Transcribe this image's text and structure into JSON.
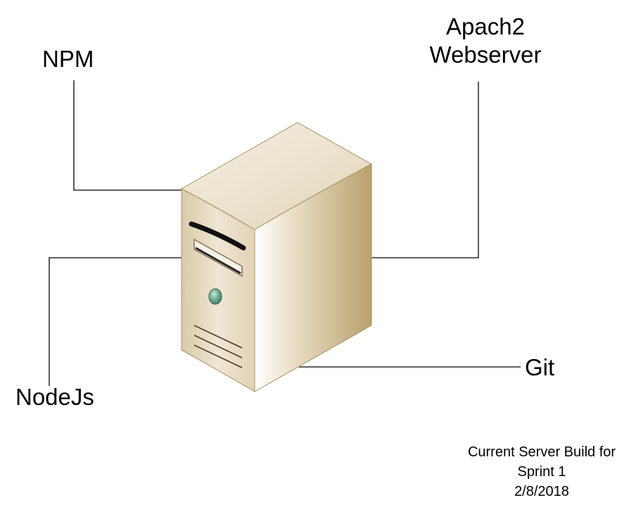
{
  "labels": {
    "npm": "NPM",
    "apache_line1": "Apach2",
    "apache_line2": "Webserver",
    "nodejs": "NodeJs",
    "git": "Git"
  },
  "caption": {
    "line1": "Current Server Build for",
    "line2": "Sprint 1",
    "line3": "2/8/2018"
  },
  "colors": {
    "line": "#000000",
    "server_front": "#e6dac4",
    "server_side": "#d2bf96",
    "server_top": "#ece3d1",
    "power_button": "#5f9c82"
  },
  "icons": {
    "server": "server-tower-icon"
  }
}
